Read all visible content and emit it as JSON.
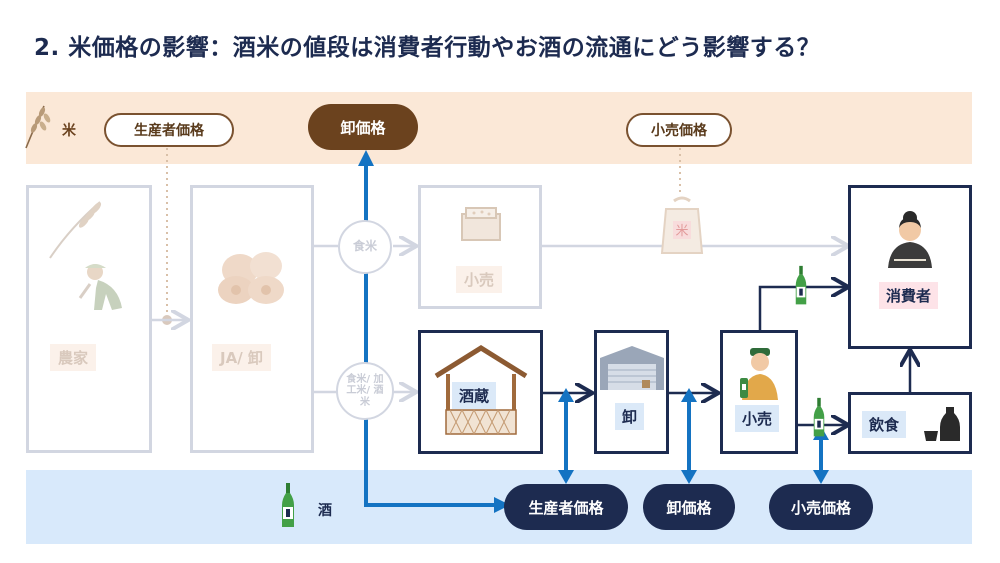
{
  "title": "2. 米価格の影響：酒米の値段は消費者行動やお酒の流通にどう影響する？",
  "bands": {
    "rice_label": "米",
    "sake_label": "酒"
  },
  "rice_prices": {
    "producer": "生産者価格",
    "wholesale": "卸価格",
    "retail": "小売価格"
  },
  "rice_chain": {
    "farmer": "農家",
    "ja": "JA/ 卸",
    "retail": "小売",
    "circle_food": "食米",
    "circle_processing": "食米/ 加工米/ 酒米"
  },
  "sake_chain": {
    "brewery": "酒蔵",
    "wholesale": "卸",
    "retail": "小売",
    "restaurant": "飲食",
    "consumer": "消費者"
  },
  "sake_prices": {
    "producer": "生産者価格",
    "wholesale": "卸価格",
    "retail": "小売価格"
  },
  "icons": {
    "rice_stalk": "rice-stalk-icon",
    "sake_bottle": "sake-bottle-icon"
  },
  "colors": {
    "navy": "#1d2b50",
    "blue_arrow": "#1473c2",
    "brown": "#6b421e",
    "rice_band": "#fbe8d7",
    "sake_band": "#d8e9fb",
    "faded": "#d2d6e1"
  }
}
